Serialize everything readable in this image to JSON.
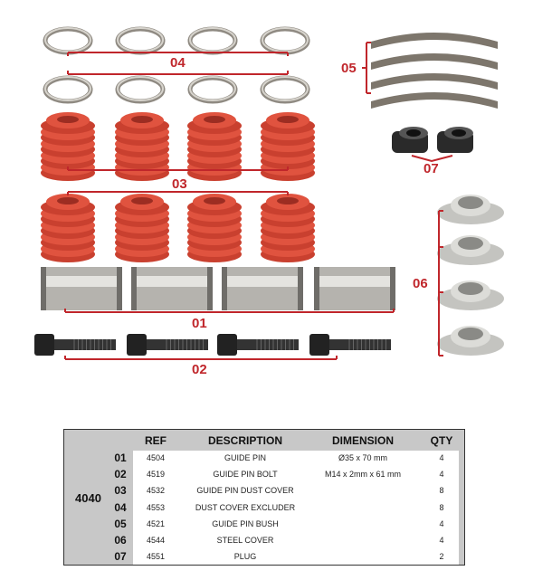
{
  "labels": {
    "l01": "01",
    "l02": "02",
    "l03": "03",
    "l04": "04",
    "l05": "05",
    "l06": "06",
    "l07": "07"
  },
  "colors": {
    "accent": "#c0262b",
    "boot": "#e0533f",
    "metal": "#a9a9a4",
    "header": "#c8c8c8"
  },
  "table": {
    "kit": "4040",
    "headers": {
      "ref": "REF",
      "description": "DESCRIPTION",
      "dimension": "DIMENSION",
      "qty": "QTY"
    },
    "rows": [
      {
        "no": "01",
        "ref": "4504",
        "description": "GUIDE PIN",
        "dimension": "Ø35 x 70 mm",
        "qty": "4"
      },
      {
        "no": "02",
        "ref": "4519",
        "description": "GUIDE PIN BOLT",
        "dimension": "M14 x 2mm x 61 mm",
        "qty": "4"
      },
      {
        "no": "03",
        "ref": "4532",
        "description": "GUIDE PIN DUST COVER",
        "dimension": "",
        "qty": "8"
      },
      {
        "no": "04",
        "ref": "4553",
        "description": "DUST COVER EXCLUDER",
        "dimension": "",
        "qty": "8"
      },
      {
        "no": "05",
        "ref": "4521",
        "description": "GUIDE PIN BUSH",
        "dimension": "",
        "qty": "4"
      },
      {
        "no": "06",
        "ref": "4544",
        "description": "STEEL COVER",
        "dimension": "",
        "qty": "4"
      },
      {
        "no": "07",
        "ref": "4551",
        "description": "PLUG",
        "dimension": "",
        "qty": "2"
      }
    ]
  }
}
